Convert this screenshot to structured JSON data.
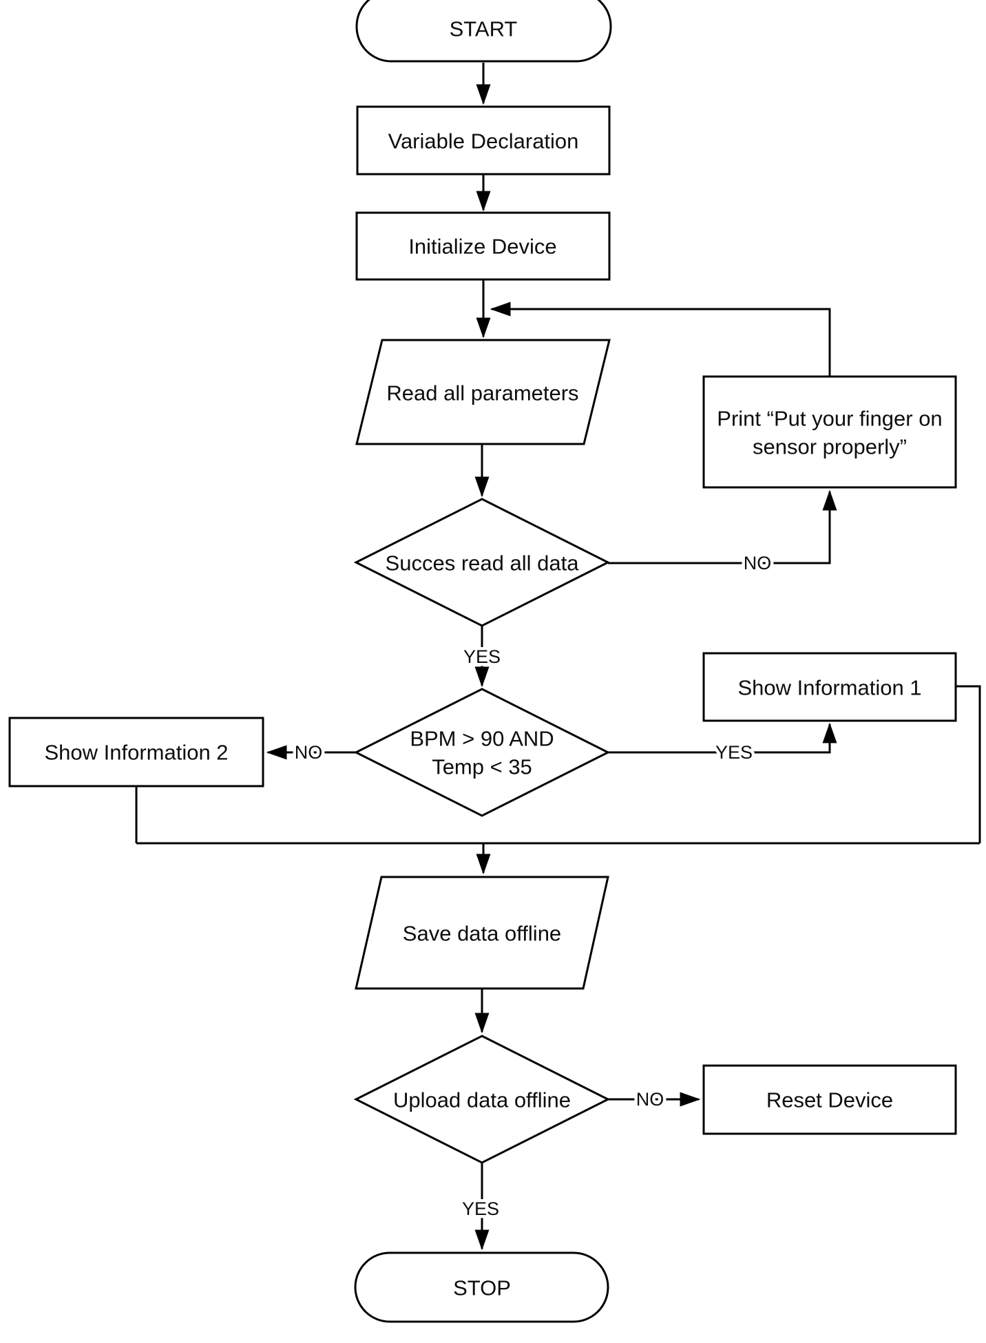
{
  "diagram": {
    "type": "flowchart",
    "colors": {
      "background": "#ffffff",
      "stroke": "#000000",
      "text": "#0d0d0d"
    }
  },
  "nodes": {
    "start": {
      "shape": "terminator",
      "label": "START"
    },
    "variable_declaration": {
      "shape": "process",
      "label": "Variable Declaration"
    },
    "initialize_device": {
      "shape": "process",
      "label": "Initialize Device"
    },
    "read_all_parameters": {
      "shape": "input-output",
      "label": "Read all parameters"
    },
    "success_read_all_data": {
      "shape": "decision",
      "label": "Succes read all data"
    },
    "print_error": {
      "shape": "process",
      "line1": "Print “Put your finger on",
      "line2": "sensor properly”"
    },
    "bpm_temp_check": {
      "shape": "decision",
      "line1": "BPM > 90 AND",
      "line2": "Temp < 35"
    },
    "show_information_1": {
      "shape": "process",
      "label": "Show Information 1"
    },
    "show_information_2": {
      "shape": "process",
      "label": "Show Information 2"
    },
    "save_data_offline": {
      "shape": "input-output",
      "label": "Save data offline"
    },
    "upload_data_offline": {
      "shape": "decision",
      "label": "Upload data offline"
    },
    "reset_device": {
      "shape": "process",
      "label": "Reset Device"
    },
    "stop": {
      "shape": "terminator",
      "label": "STOP"
    }
  },
  "edge_labels": {
    "success_yes": "YES",
    "success_no": "NO",
    "bpm_yes": "YES",
    "bpm_no": "NO",
    "upload_yes": "YES",
    "upload_no": "NO"
  }
}
